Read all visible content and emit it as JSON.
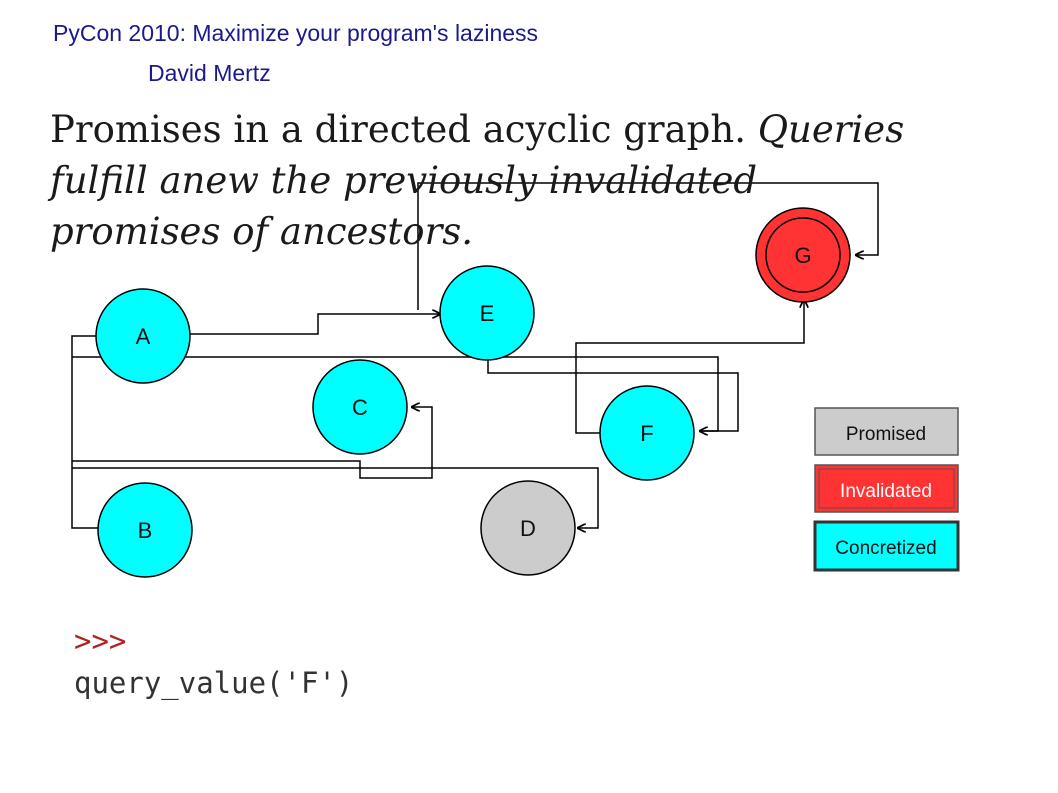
{
  "header": {
    "title": "PyCon 2010: Maximize your program's laziness",
    "author": "David Mertz"
  },
  "slide": {
    "heading_plain": "Promises in a directed acyclic graph. ",
    "heading_italic": "Queries fulfill anew the previously invalidated promises of ancestors."
  },
  "nodes": [
    {
      "id": "A",
      "label": "A",
      "state": "concretized"
    },
    {
      "id": "B",
      "label": "B",
      "state": "concretized"
    },
    {
      "id": "C",
      "label": "C",
      "state": "concretized"
    },
    {
      "id": "D",
      "label": "D",
      "state": "promised"
    },
    {
      "id": "E",
      "label": "E",
      "state": "concretized"
    },
    {
      "id": "F",
      "label": "F",
      "state": "concretized"
    },
    {
      "id": "G",
      "label": "G",
      "state": "invalidated"
    }
  ],
  "legend": {
    "promised": "Promised",
    "invalidated": "Invalidated",
    "concretized": "Concretized"
  },
  "colors": {
    "promised": "#cccccc",
    "invalidated": "#ff3333",
    "concretized": "#00ffff",
    "header_text": "#1a1a8c",
    "prompt": "#b22222"
  },
  "console": {
    "prompt": ">>>",
    "command": "query_value('F')"
  }
}
